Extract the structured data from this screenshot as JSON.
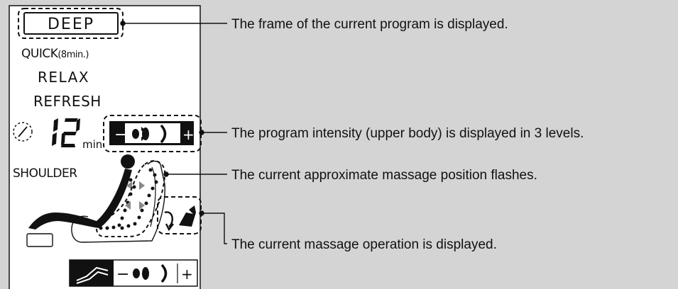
{
  "panel": {
    "programs": {
      "deep": "DEEP",
      "quick": "QUICK",
      "quick_suffix": "(8min.)",
      "relax": "RELAX",
      "refresh": "REFRESH"
    },
    "timer": {
      "digits": "12",
      "unit": "min"
    },
    "intensity_upper": {
      "minus": "−",
      "plus": "+",
      "level": 3,
      "max_level": 3
    },
    "area": "SHOULDER",
    "intensity_lower": {
      "minus": "−",
      "plus": "+"
    }
  },
  "callouts": {
    "program_frame": "The frame of the current program is displayed.",
    "intensity": "The program intensity (upper body) is displayed in 3 levels.",
    "position": "The current approximate massage position flashes.",
    "operation": "The current massage operation is displayed."
  },
  "colors": {
    "background": "#d4d4d4",
    "panel": "#ffffff",
    "ink": "#111111"
  }
}
